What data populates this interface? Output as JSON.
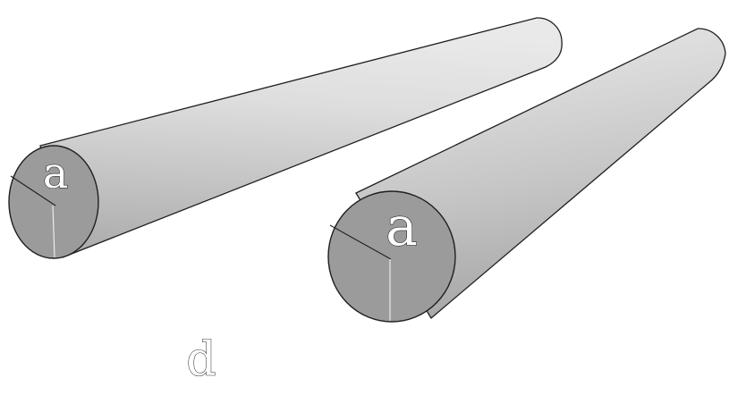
{
  "figure": {
    "labels": {
      "left_end_label": "a",
      "right_end_label": "a",
      "separation_label": "d"
    },
    "colors": {
      "background": "#ffffff",
      "cylinder_body_light": "#e2e2e2",
      "cylinder_body_mid": "#c4c4c4",
      "cylinder_body_dark": "#a9a9a9",
      "end_face": "#9b9b9b",
      "outline": "#1f1f1f",
      "radius_line": "#f2f2f2"
    }
  }
}
